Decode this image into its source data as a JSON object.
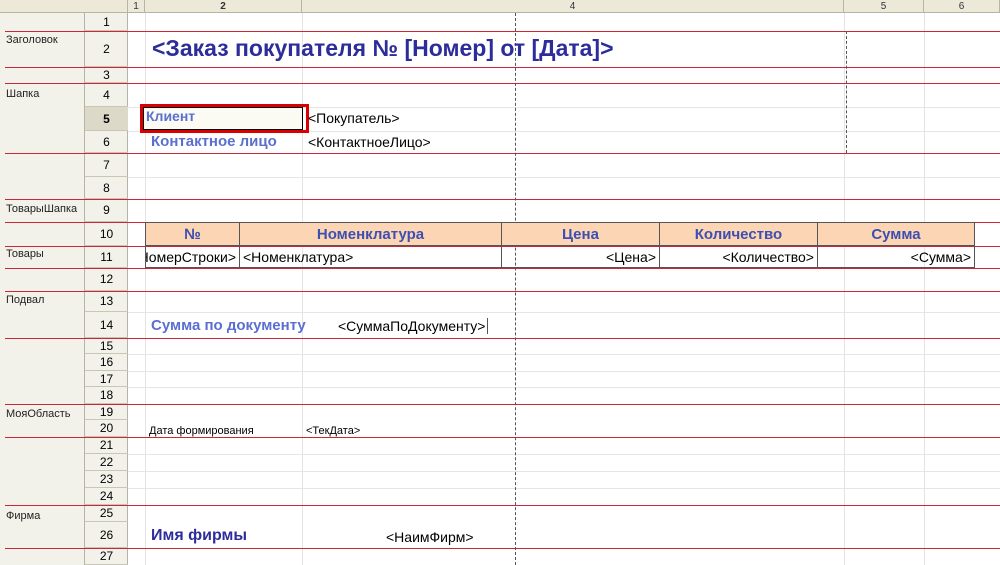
{
  "column_header": [
    "1",
    "2",
    "4",
    "5",
    "6"
  ],
  "rows": [
    "1",
    "2",
    "3",
    "4",
    "5",
    "6",
    "7",
    "8",
    "9",
    "10",
    "11",
    "12",
    "13",
    "14",
    "15",
    "16",
    "17",
    "18",
    "19",
    "20",
    "21",
    "22",
    "23",
    "24",
    "25",
    "26",
    "27"
  ],
  "areas": [
    "Заголовок",
    "Шапка",
    "ТоварыШапка",
    "Товары",
    "Подвал",
    "МояОбласть",
    "Фирма"
  ],
  "title": "<Заказ покупателя № [Номер] от [Дата]>",
  "client_label": "Клиент",
  "buyer_param": "<Покупатель>",
  "contact_label": "Контактное лицо",
  "contact_param": "<КонтактноеЛицо>",
  "table_headers": [
    "№",
    "Номенклатура",
    "Цена",
    "Количество",
    "Сумма"
  ],
  "table_cells": [
    "<НомерСтроки>",
    "<Номенклатура>",
    "<Цена>",
    "<Количество>",
    "<Сумма>"
  ],
  "total_label": "Сумма по документу",
  "total_param": "<СуммаПоДокументу>",
  "date_label": "Дата формирования",
  "date_param": "<ТекДата>",
  "firm_label": "Имя фирмы",
  "firm_param": "<НаимФирм>",
  "colors": {
    "header_fill": "#fcd5b4",
    "title": "#2c2c9a",
    "label_blue": "#5a6fd0",
    "area_line": "#c8293a"
  }
}
